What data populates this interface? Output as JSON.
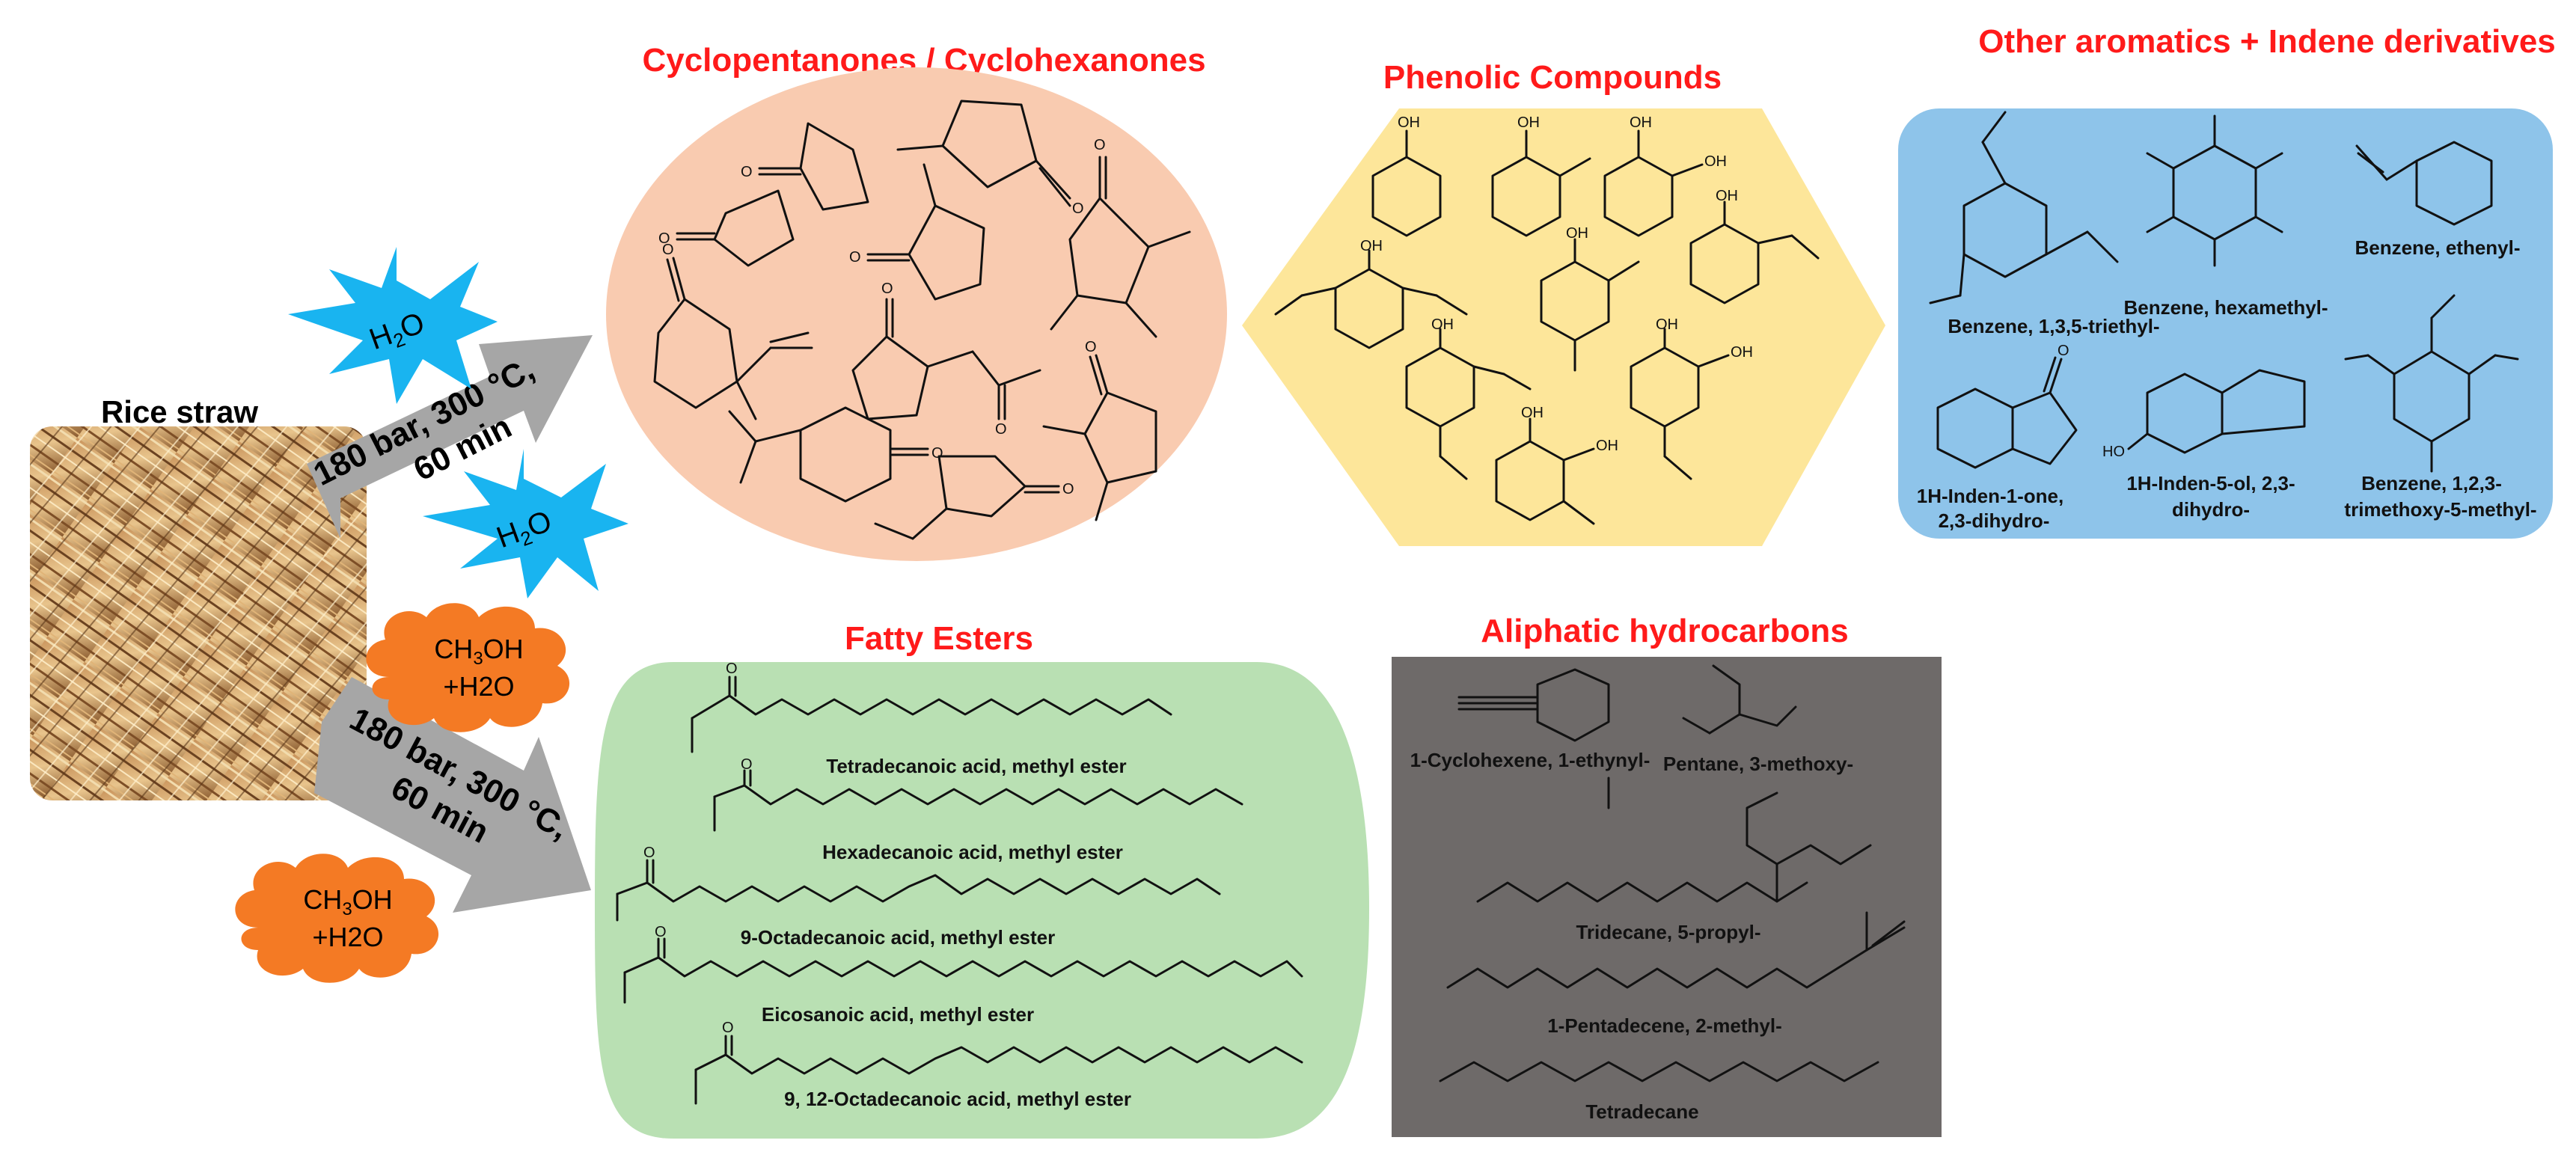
{
  "feedstock": {
    "label": "Rice straw"
  },
  "conditions": {
    "upper": {
      "line1": "180 bar, 300 °C,",
      "line2": "60 min",
      "solvent": "H2O"
    },
    "lower": {
      "line1": "180 bar, 300 °C,",
      "line2": "60 min",
      "solvent_line1": "CH3OH",
      "solvent_line2": "+H2O"
    }
  },
  "groups": {
    "cyclo": {
      "title": "Cyclopentanones / Cyclohexanones"
    },
    "phenolic": {
      "title": "Phenolic Compounds"
    },
    "aromatics": {
      "title": "Other aromatics + Indene derivatives",
      "compounds": [
        {
          "lines": [
            "Benzene, 1,3,5-triethyl-"
          ]
        },
        {
          "lines": [
            "Benzene, hexamethyl-"
          ]
        },
        {
          "lines": [
            "Benzene, ethenyl-"
          ]
        },
        {
          "lines": [
            "1H-Inden-1-one,",
            "2,3-dihydro-"
          ]
        },
        {
          "lines": [
            "1H-Inden-5-ol, 2,3-",
            "dihydro-"
          ]
        },
        {
          "lines": [
            "Benzene, 1,2,3-",
            "trimethoxy-5-methyl-"
          ]
        }
      ]
    },
    "esters": {
      "title": "Fatty Esters",
      "compounds": [
        "Tetradecanoic acid, methyl ester",
        "Hexadecanoic acid, methyl ester",
        "9-Octadecanoic acid, methyl ester",
        "Eicosanoic acid, methyl ester",
        "9, 12-Octadecanoic acid, methyl ester"
      ]
    },
    "aliphatic": {
      "title": "Aliphatic hydrocarbons",
      "compounds": [
        "1-Cyclohexene, 1-ethynyl-",
        "Pentane, 3-methoxy-",
        "Tridecane, 5-propyl-",
        "1-Pentadecene, 2-methyl-",
        "Tetradecane"
      ]
    }
  },
  "atom_labels": {
    "oxygen": "O",
    "hydroxyl": "OH",
    "hydroxyl_left": "HO"
  },
  "colors": {
    "title": "#ff1a1a",
    "cyclo_fill": "#f9cbb0",
    "phenolic_fill": "#fde69a",
    "aromatics_fill": "#8ec4ea",
    "esters_fill": "#b9e0b3",
    "aliphatic_fill": "#6e6a69",
    "arrow": "#a6a6a6",
    "h2o_burst": "#19b4f0",
    "methanol_cloud": "#f47a24"
  }
}
